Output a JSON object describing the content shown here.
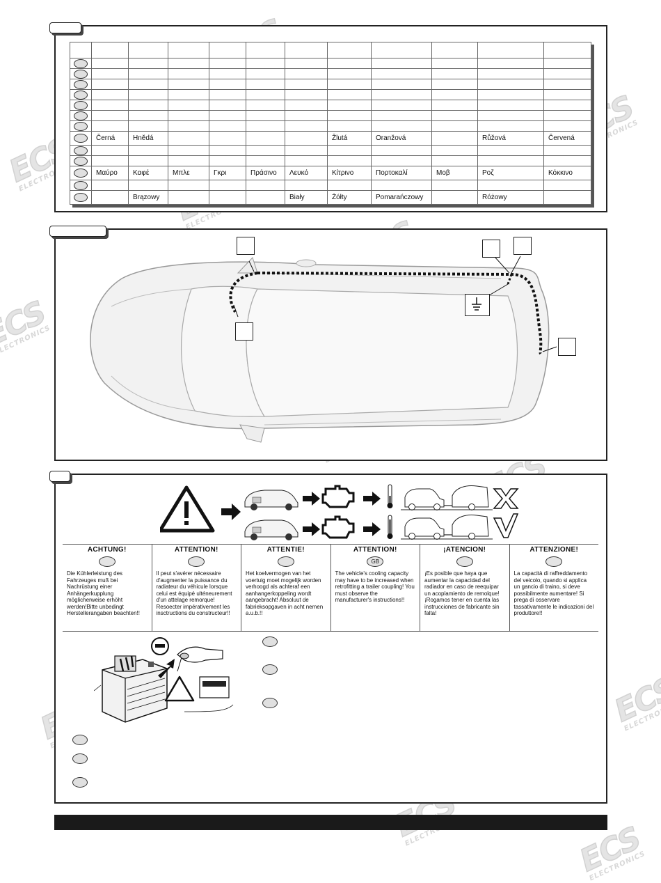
{
  "watermark": {
    "logo": "ECS",
    "subtitle": "ELECTRONICS"
  },
  "color_table": {
    "rows": [
      {
        "cells": [
          "Černá",
          "Hnědá",
          "",
          "",
          "",
          "",
          "Žlutá",
          "Oranžová",
          "",
          "Růžová",
          "Červená"
        ]
      },
      {
        "cells": [
          "Μαύρο",
          "Καφέ",
          "Μπλε",
          "Γκρι",
          "Πράσινο",
          "Λευκό",
          "Κίτρινο",
          "Πορτοκαλί",
          "Μοβ",
          "Ροζ",
          "Κόκκινο"
        ]
      },
      {
        "cells": [
          "",
          "Brązowy",
          "",
          "",
          "",
          "Biały",
          "Żółty",
          "Pomarańczowy",
          "",
          "Różowy",
          ""
        ]
      }
    ]
  },
  "warnings": [
    {
      "title": "ACHTUNG!",
      "badge": "",
      "text": "Die Kühlerleistung des Fahrzeuges muß bei Nachrüstung einer Anhängerkupplung möglicherweise erhöht werden!Bitte unbedingt Herstellerangaben beachten!!"
    },
    {
      "title": "ATTENTION!",
      "badge": "",
      "text": "Il peut s'avérer nécessaire d'augmenter la puissance du radiateur du véhicule lorsque celui est équipé ulténeurement d'un attelage remorque! Resoecter impérativement les insctructions du constructeur!!"
    },
    {
      "title": "ATTENTIE!",
      "badge": "",
      "text": "Het koelvermogen van het voertuig moet mogelijk worden verhoogd als achteraf een aanhangerkoppeling wordt aangebracht! Absoluut de fabrieksopgaven in acht nemen a.u.b.!!"
    },
    {
      "title": "ATTENTION!",
      "badge": "GB",
      "text": "The vehicle's cooling capacity may have to be increased when retrofitting a trailer coupling! You must observe the manufacturer's instructions!!"
    },
    {
      "title": "¡ATENCION!",
      "badge": "",
      "text": "¡Es posible que haya que aumentar la capacidad del radiador en caso de reequipar un acoplamiento de remolque! ¡Rogamos tener en cuenta las instrucciones de fabricante sin falta!"
    },
    {
      "title": "ATTENZIONE!",
      "badge": "",
      "text": "La capacità di raffreddamento del veicolo, quando si applica un gancio di traino, si deve possibilmente aumentare! Si prega di osservare tassativamente le indicazioni del produttore!!"
    }
  ],
  "colors": {
    "frame": "#222222",
    "bar": "#1a1a1a",
    "oval_fill": "#e0e0e0"
  },
  "icons": [
    "warning-triangle-icon",
    "arrow-right-icon",
    "car-icon",
    "engine-icon",
    "thermometer-icon",
    "cross-mark-icon",
    "check-mark-icon",
    "ground-icon",
    "battery-icon",
    "minus-icon"
  ]
}
